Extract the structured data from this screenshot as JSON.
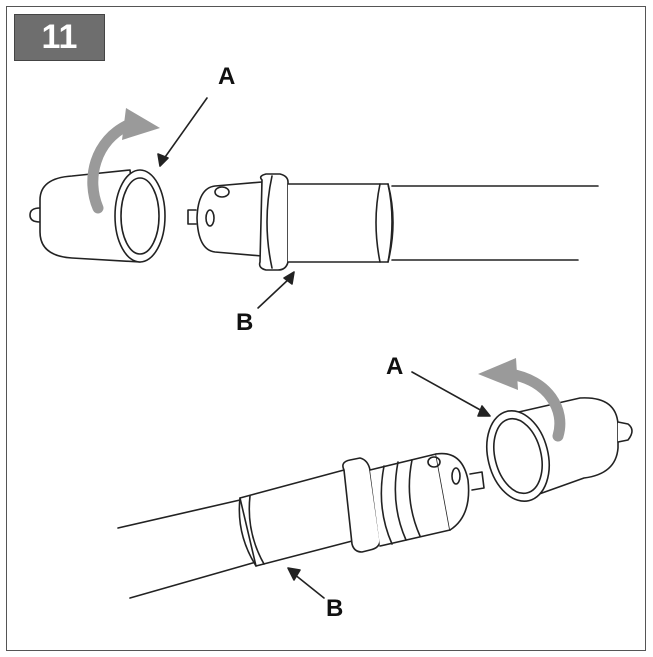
{
  "step": {
    "number": "11"
  },
  "labels": {
    "top_a": "A",
    "top_b": "B",
    "bottom_a": "A",
    "bottom_b": "B"
  },
  "colors": {
    "badge": "#6e6e6e",
    "rotation_arrow": "#9a9a9a",
    "line": "#222222"
  },
  "icons": [
    "rotate-arrow-icon",
    "rotate-arrow-icon"
  ]
}
